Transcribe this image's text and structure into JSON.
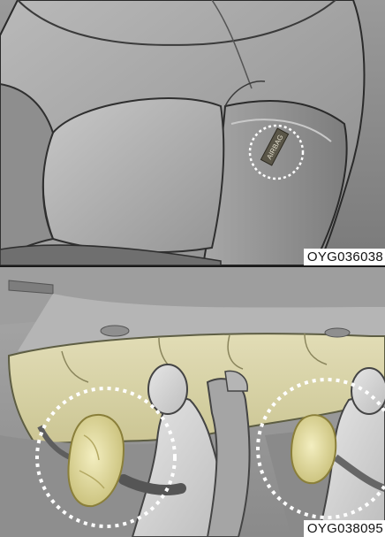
{
  "figures": [
    {
      "code": "OYG036038",
      "badge_text": "AIRBAG"
    },
    {
      "code": "OYG038095"
    }
  ],
  "colors": {
    "airbag": "#e9e2a0",
    "dash_overlay": "#e8e3b4",
    "seat": "#8c8c8c",
    "highlight_circle": "#ffffff"
  },
  "icons": {
    "highlight": "dotted-circle-icon",
    "airbag": "airbag-icon"
  }
}
